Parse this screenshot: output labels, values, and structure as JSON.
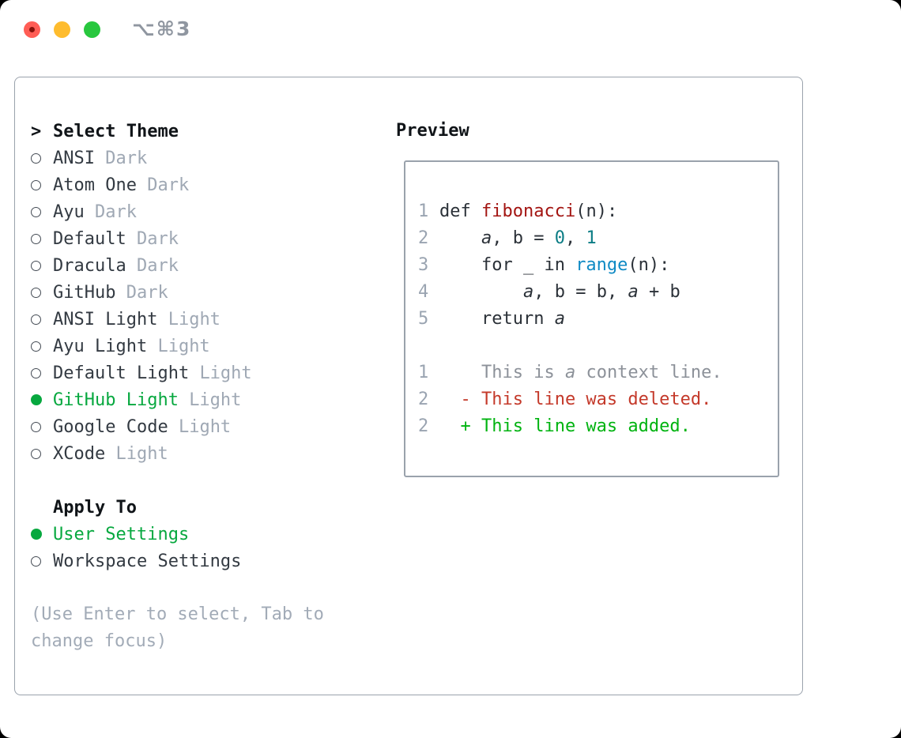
{
  "window": {
    "title": "⌥⌘3",
    "traffic_lights": [
      {
        "name": "close",
        "color": "#ff5d55"
      },
      {
        "name": "minimize",
        "color": "#febc2e"
      },
      {
        "name": "zoom",
        "color": "#28c73e"
      }
    ]
  },
  "theme_panel": {
    "header": {
      "prompt": ">",
      "label": "Select Theme"
    },
    "themes": [
      {
        "name": "ANSI",
        "variant": "Dark",
        "selected": false
      },
      {
        "name": "Atom One",
        "variant": "Dark",
        "selected": false
      },
      {
        "name": "Ayu",
        "variant": "Dark",
        "selected": false
      },
      {
        "name": "Default",
        "variant": "Dark",
        "selected": false
      },
      {
        "name": "Dracula",
        "variant": "Dark",
        "selected": false
      },
      {
        "name": "GitHub",
        "variant": "Dark",
        "selected": false
      },
      {
        "name": "ANSI Light",
        "variant": "Light",
        "selected": false
      },
      {
        "name": "Ayu Light",
        "variant": "Light",
        "selected": false
      },
      {
        "name": "Default Light",
        "variant": "Light",
        "selected": false
      },
      {
        "name": "GitHub Light",
        "variant": "Light",
        "selected": true
      },
      {
        "name": "Google Code",
        "variant": "Light",
        "selected": false
      },
      {
        "name": "XCode",
        "variant": "Light",
        "selected": false
      }
    ],
    "apply_to": {
      "label": "Apply To",
      "options": [
        {
          "label": "User Settings",
          "selected": true
        },
        {
          "label": "Workspace Settings",
          "selected": false
        }
      ]
    },
    "help_lines": [
      "(Use Enter to select, Tab to",
      "change focus)"
    ]
  },
  "preview": {
    "title": "Preview",
    "lines": [
      {
        "num": "1",
        "tokens": [
          {
            "t": "def ",
            "c": "plain"
          },
          {
            "t": "fibonacci",
            "c": "func"
          },
          {
            "t": "(n):",
            "c": "plain"
          }
        ]
      },
      {
        "num": "2",
        "tokens": [
          {
            "t": "    ",
            "c": "plain"
          },
          {
            "t": "a",
            "c": "plain",
            "i": true
          },
          {
            "t": ", ",
            "c": "plain"
          },
          {
            "t": "b",
            "c": "plain"
          },
          {
            "t": " = ",
            "c": "plain"
          },
          {
            "t": "0",
            "c": "num"
          },
          {
            "t": ", ",
            "c": "plain"
          },
          {
            "t": "1",
            "c": "num"
          }
        ]
      },
      {
        "num": "3",
        "tokens": [
          {
            "t": "    for _ in ",
            "c": "plain"
          },
          {
            "t": "range",
            "c": "call"
          },
          {
            "t": "(n):",
            "c": "plain"
          }
        ]
      },
      {
        "num": "4",
        "tokens": [
          {
            "t": "        ",
            "c": "plain"
          },
          {
            "t": "a",
            "c": "plain",
            "i": true
          },
          {
            "t": ", ",
            "c": "plain"
          },
          {
            "t": "b",
            "c": "plain"
          },
          {
            "t": " = ",
            "c": "plain"
          },
          {
            "t": "b",
            "c": "plain"
          },
          {
            "t": ", ",
            "c": "plain"
          },
          {
            "t": "a",
            "c": "plain",
            "i": true
          },
          {
            "t": " + ",
            "c": "plain"
          },
          {
            "t": "b",
            "c": "plain"
          }
        ]
      },
      {
        "num": "5",
        "tokens": [
          {
            "t": "    return ",
            "c": "plain"
          },
          {
            "t": "a",
            "c": "plain",
            "i": true
          }
        ]
      },
      {
        "num": "",
        "tokens": []
      },
      {
        "num": "1",
        "tokens": [
          {
            "t": "    This is ",
            "c": "ctx"
          },
          {
            "t": "a",
            "c": "ctx",
            "i": true
          },
          {
            "t": " context line.",
            "c": "ctx"
          }
        ]
      },
      {
        "num": "2",
        "tokens": [
          {
            "t": "  - This line was deleted.",
            "c": "del"
          }
        ]
      },
      {
        "num": "2",
        "tokens": [
          {
            "t": "  + This line was added.",
            "c": "add"
          }
        ]
      }
    ]
  },
  "colors": {
    "selection_green": "#07a83f",
    "diff_add_green": "#00b310",
    "diff_del_red": "#c4392a",
    "func_red": "#a31512",
    "number_teal": "#0c7d85",
    "call_blue": "#0f8ac4",
    "muted_gray": "#9fa8b4",
    "panel_border": "#9aa2ac"
  }
}
